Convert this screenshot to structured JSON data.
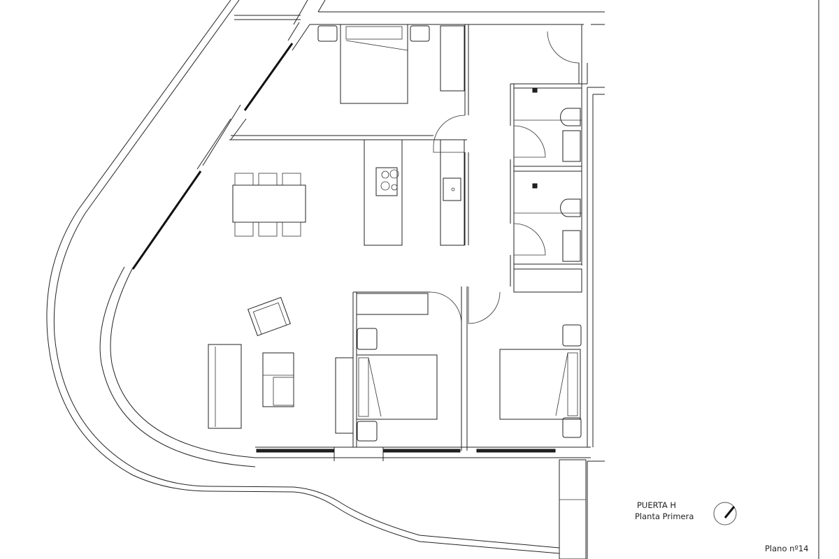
{
  "title_block": {
    "unit": "PUERTA H",
    "floor": "Planta Primera",
    "sheet_number": "Plano nº14"
  },
  "colors": {
    "line": "#222222",
    "background": "#ffffff"
  }
}
